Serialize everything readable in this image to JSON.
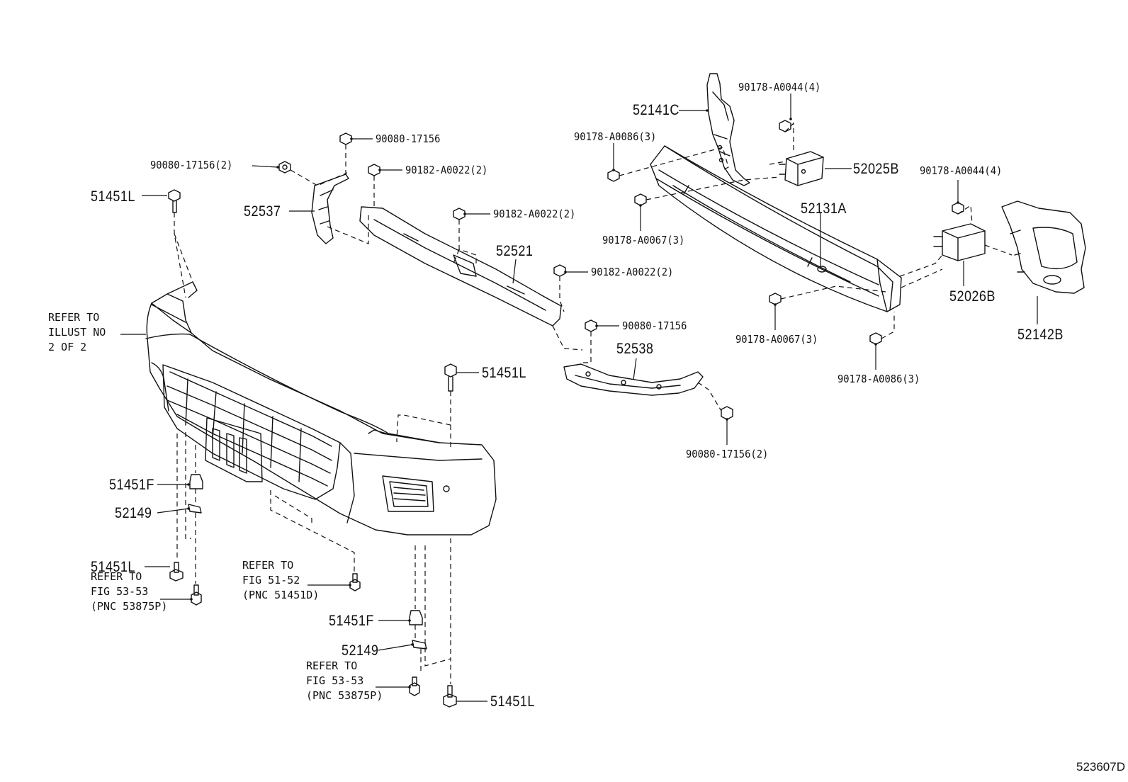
{
  "labels": {
    "p52141C": "52141C",
    "p90178_A0044_4_top": "90178-A0044(4)",
    "p90178_A0086_3_top": "90178-A0086(3)",
    "p52025B": "52025B",
    "p90178_A0044_4_right": "90178-A0044(4)",
    "p52131A": "52131A",
    "p90178_A0067_3_top": "90178-A0067(3)",
    "p52026B": "52026B",
    "p52142B": "52142B",
    "p90178_A0067_3_bottom": "90178-A0067(3)",
    "p90178_A0086_3_bottom": "90178-A0086(3)",
    "p90080_17156_top": "90080-17156",
    "p90080_17156_2_left": "90080-17156(2)",
    "p90182_A0022_2_a": "90182-A0022(2)",
    "p51451L_top": "51451L",
    "p52537": "52537",
    "p90182_A0022_2_b": "90182-A0022(2)",
    "p52521": "52521",
    "p90182_A0022_2_c": "90182-A0022(2)",
    "p90080_17156_mid": "90080-17156",
    "p52538": "52538",
    "p51451L_mid": "51451L",
    "p90080_17156_2_bottom": "90080-17156(2)",
    "p51451F_left": "51451F",
    "p52149_left": "52149",
    "p51451L_left_bottom": "51451L",
    "p51451F_mid": "51451F",
    "p52149_mid": "52149",
    "p51451L_bottom": "51451L"
  },
  "notes": {
    "refer_illust": "REFER TO\nILLUST NO\n2 OF 2",
    "refer_fig_53_53_left": "REFER TO\nFIG 53-53\n(PNC 53875P)",
    "refer_fig_51_52": "REFER TO\nFIG 51-52\n(PNC 51451D)",
    "refer_fig_53_53_mid": "REFER TO\nFIG 53-53\n(PNC 53875P)"
  },
  "figure_id": "523607D"
}
